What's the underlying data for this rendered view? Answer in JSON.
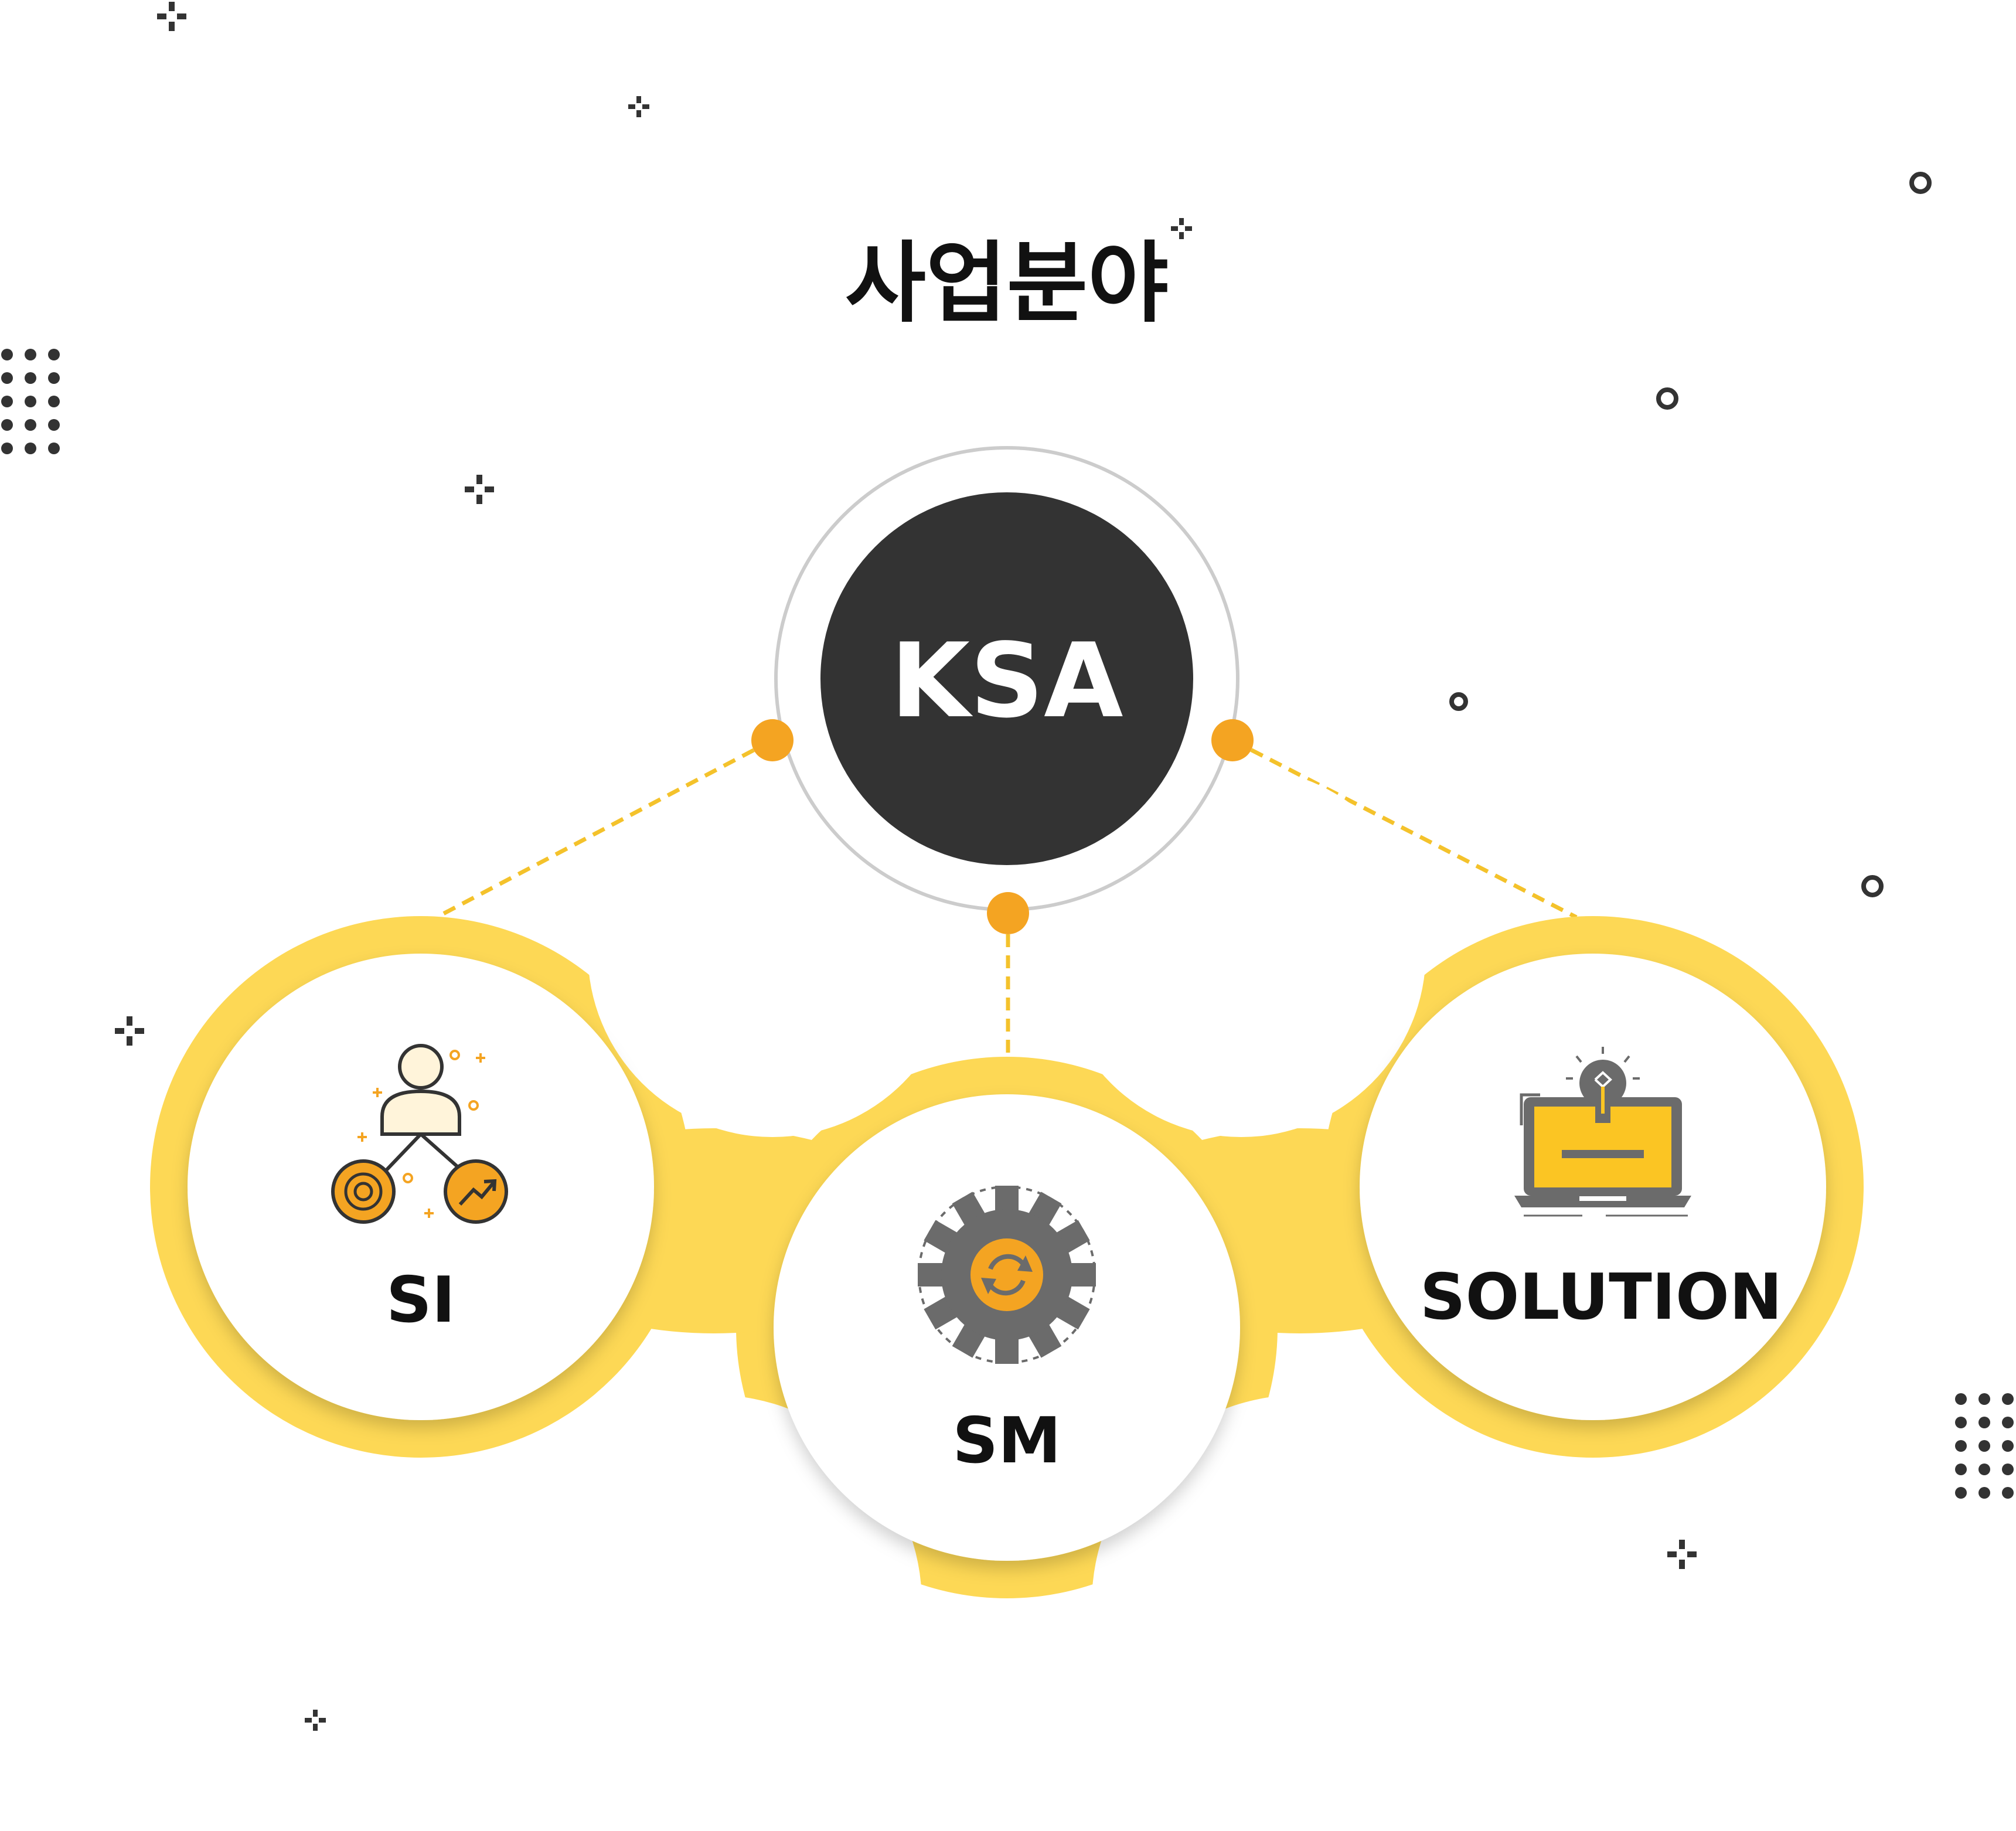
{
  "title": "사업분야",
  "center": {
    "label": "KSA"
  },
  "nodes": [
    {
      "id": "si",
      "label": "SI",
      "icon": "person-network-icon"
    },
    {
      "id": "sm",
      "label": "SM",
      "icon": "gear-refresh-icon"
    },
    {
      "id": "solution",
      "label": "SOLUTION",
      "icon": "laptop-lightbulb-icon"
    }
  ],
  "colors": {
    "yellow": "#FDD855",
    "orange": "#F4A422",
    "dark": "#333333",
    "ring": "#CCCCCC",
    "text": "#111111",
    "icon_gray": "#6B6B6B",
    "icon_yellow": "#FBC523"
  }
}
